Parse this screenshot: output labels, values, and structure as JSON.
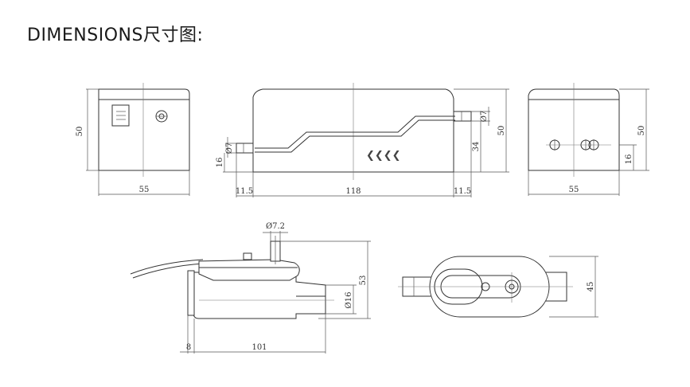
{
  "title": "DIMENSIONS尺寸图:",
  "dims": {
    "front_height": "50",
    "front_width": "55",
    "side_dia_left": "Ø7",
    "side_height_left": "16",
    "side_width_left": "11.5",
    "side_length": "118",
    "side_width_right": "11.5",
    "side_dia_right": "Ø7",
    "side_height_inner": "34",
    "side_height": "50",
    "back_height": "50",
    "back_sub_height": "16",
    "back_width": "55",
    "bottom_dia_top": "Ø7.2",
    "bottom_height": "53",
    "bottom_dia": "Ø16",
    "bottom_offset": "8",
    "bottom_length": "101",
    "top_height": "45"
  },
  "chevrons": "❮❮❮❮"
}
